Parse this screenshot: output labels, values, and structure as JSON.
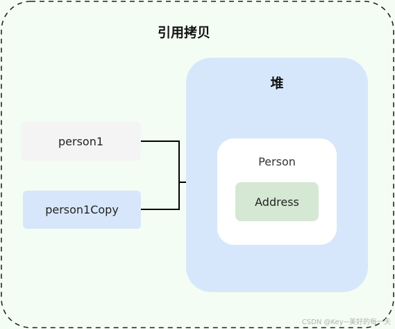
{
  "diagram": {
    "title": "引用拷贝",
    "heap_label": "堆",
    "references": [
      {
        "label": "person1"
      },
      {
        "label": "person1Copy"
      }
    ],
    "object": {
      "label": "Person",
      "field": "Address"
    },
    "colors": {
      "background": "#f4fdf4",
      "heap": "#d7e7fb",
      "object": "#ffffff",
      "field": "#d5e8d4",
      "ref1": "#f4f4f4",
      "ref2": "#d8e6fb",
      "arrow": "#000000"
    }
  },
  "watermark": "CSDN @Key~美好的每一天"
}
